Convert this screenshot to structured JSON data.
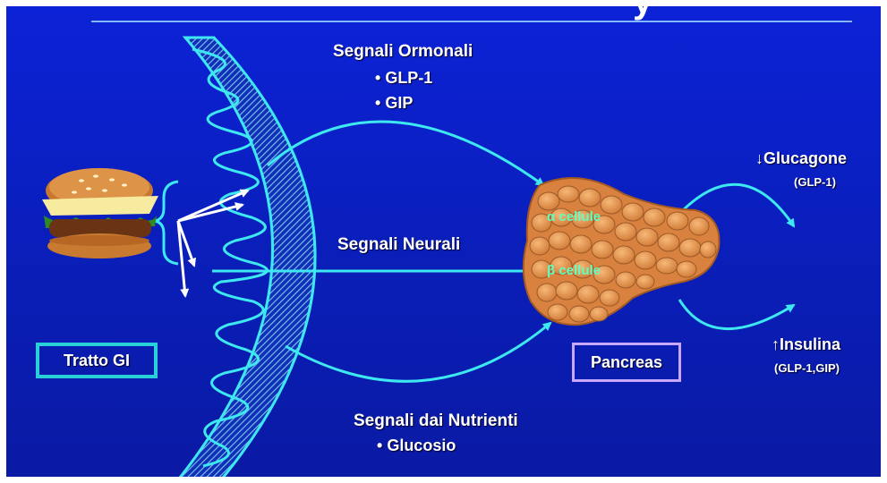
{
  "title_fragment": "y",
  "hormonal": {
    "heading": "Segnali Ormonali",
    "items": [
      "GLP-1",
      "GIP"
    ]
  },
  "neural": {
    "heading": "Segnali Neurali"
  },
  "nutrient": {
    "heading": "Segnali dai Nutrienti",
    "items": [
      "Glucosio"
    ]
  },
  "gi_tract": {
    "label": "Tratto GI"
  },
  "pancreas": {
    "label": "Pancreas",
    "alpha_label": "α cellule",
    "beta_label": "β cellule"
  },
  "glucagon": {
    "label": "Glucagone",
    "arrow": "↓",
    "note": "(GLP-1)"
  },
  "insulin": {
    "label": "Insulina",
    "arrow": "↑",
    "note": "(GLP-1,GIP)"
  },
  "icons": [
    "hamburger-icon",
    "pancreas-icon"
  ],
  "colors": {
    "background": "#0a1eb8",
    "arrow": "#3ee8f0",
    "gi_box_border": "#28d0d8",
    "pancreas_box_border": "#c8a8ff",
    "cell_label": "#5effc0",
    "pancreas_fill": "#e8924a"
  }
}
